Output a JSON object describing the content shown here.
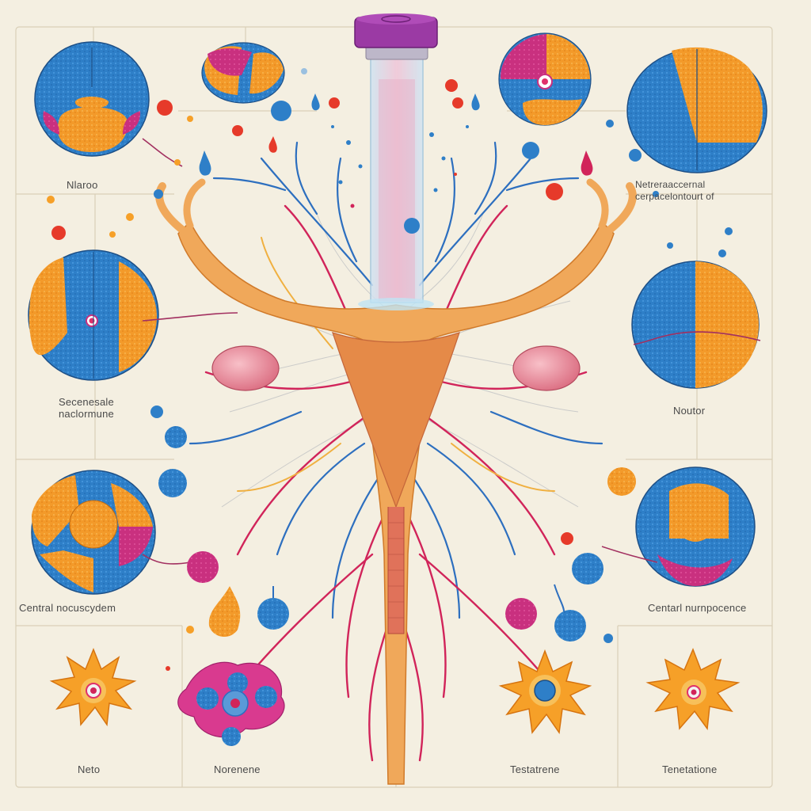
{
  "labels": {
    "mid_left_top": "Nlaroo",
    "mid_right_top": "Netreraaccernal\ncerpacelontourt of",
    "left_mid": "Secenesale\nnaclormune",
    "right_mid": "Noutor",
    "left_low": "Central nocuscydem",
    "right_low": "Centarl nurnpocence",
    "bottom_1": "Neto",
    "bottom_2": "Norenene",
    "bottom_3": "Testatrene",
    "bottom_4": "Tenetatione"
  },
  "colors": {
    "background": "#f4efe1",
    "frame": "#d9cfb8",
    "blue": "#2e7fc8",
    "orange": "#f39a2a",
    "magenta": "#c9307f",
    "uterus": "#f0a85a",
    "vessel_red": "#d1245a",
    "vessel_blue": "#2d6fbf",
    "vial_cap": "#9b3aa4"
  },
  "icons": [
    "brain-icon",
    "vial-icon",
    "uterus-icon",
    "neuron-icon",
    "droplet-icon"
  ]
}
